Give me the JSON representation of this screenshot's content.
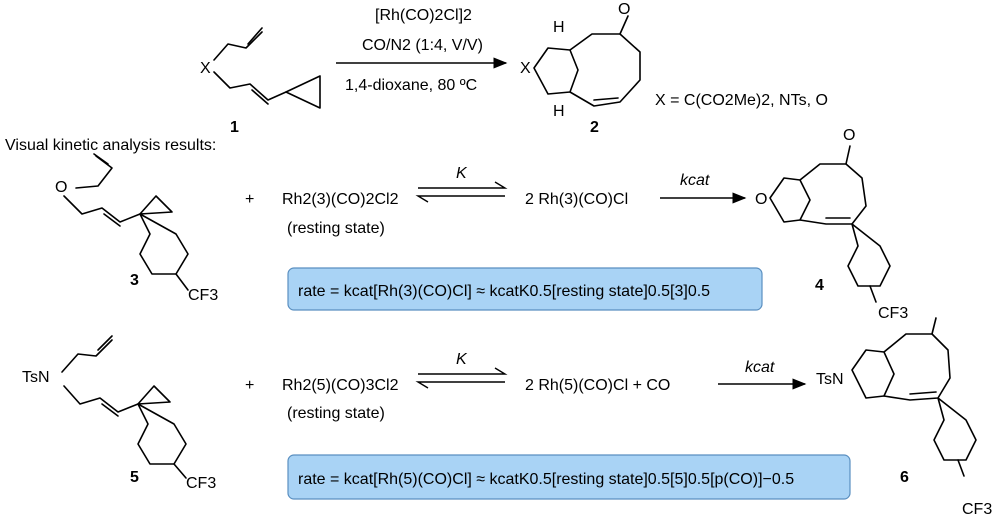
{
  "top_reaction": {
    "catalyst": "[Rh(CO)2Cl]2",
    "atmosphere": "CO/N2 (1:4, V/V)",
    "conditions": "1,4-dioxane, 80 ºC",
    "substrate_label": "1",
    "product_label": "2",
    "x_options": "X = C(CO2Me)2, NTs, O",
    "atom_x": "X",
    "atom_o": "O",
    "atom_h": "H"
  },
  "section_title": "Visual kinetic analysis results:",
  "reaction_a": {
    "substrate_label": "3",
    "product_label": "4",
    "plus": "+",
    "resting_state": "Rh2(3)(CO)2Cl2",
    "resting_state_note": "(resting state)",
    "equilibrium_label": "K",
    "intermediate": "2 Rh(3)(CO)Cl",
    "rate_constant": "kcat",
    "rate_law": "rate = kcat[Rh(3)(CO)Cl]    ≈ kcatK0.5[resting state]0.5[3]0.5",
    "atom_o": "O",
    "cf3": "CF3"
  },
  "reaction_b": {
    "substrate_label": "5",
    "product_label": "6",
    "plus": "+",
    "resting_state": "Rh2(5)(CO)3Cl2",
    "resting_state_note": "(resting state)",
    "equilibrium_label": "K",
    "intermediate": "2 Rh(5)(CO)Cl  +  CO",
    "rate_constant": "kcat",
    "rate_law": "rate = kcat[Rh(5)(CO)Cl]    ≈ kcatK0.5[resting state]0.5[5]0.5[p(CO)]−0.5",
    "atom_tsn": "TsN",
    "cf3": "CF3"
  },
  "colors": {
    "box_fill": "#a9d3f5",
    "box_border": "#5a8fc0",
    "ink": "#000000"
  }
}
